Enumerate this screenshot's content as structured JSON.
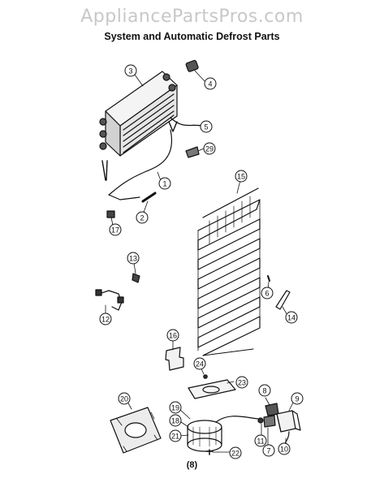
{
  "header": {
    "watermark": "AppliancePartsPros.com",
    "title": "System and Automatic Defrost Parts"
  },
  "footer": {
    "page_label": "(8)"
  },
  "callouts": [
    "1",
    "2",
    "3",
    "4",
    "5",
    "6",
    "7",
    "8",
    "9",
    "10",
    "11",
    "12",
    "13",
    "14",
    "15",
    "16",
    "17",
    "18",
    "19",
    "20",
    "21",
    "22",
    "23",
    "24",
    "29"
  ]
}
